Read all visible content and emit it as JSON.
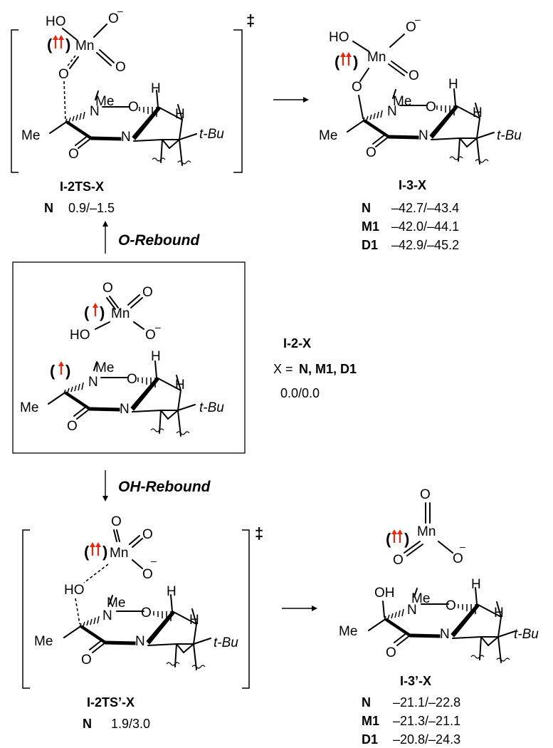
{
  "structures": {
    "ts1": {
      "label": "I-2TS-X",
      "rows": [
        {
          "method": "N",
          "value": "0.9/–1.5"
        }
      ]
    },
    "p1": {
      "label": "I-3-X",
      "rows": [
        {
          "method": "N",
          "value": "–42.7/–43.4"
        },
        {
          "method": "M1",
          "value": "–42.0/–44.1"
        },
        {
          "method": "D1",
          "value": "–42.9/–45.2"
        }
      ]
    },
    "center": {
      "label": "I-2-X",
      "x_prefix": "X = ",
      "x_values": "N, M1, D1",
      "value": "0.0/0.0"
    },
    "ts2": {
      "label": "I-2TS’-X",
      "rows": [
        {
          "method": "N",
          "value": "1.9/3.0"
        }
      ]
    },
    "p2": {
      "label": "I-3’-X",
      "rows": [
        {
          "method": "N",
          "value": "–21.1/–22.8"
        },
        {
          "method": "M1",
          "value": "–21.3/–21.1"
        },
        {
          "method": "D1",
          "value": "–20.8/–24.3"
        }
      ]
    }
  },
  "pathways": {
    "up": "O-Rebound",
    "down": "OH-Rebound"
  },
  "symbols": {
    "ts_mark": "‡"
  },
  "atoms": {
    "HO": "HO",
    "OH": "OH",
    "O": "O",
    "O_minus": "O",
    "minus": "–",
    "Mn": "Mn",
    "N": "N",
    "Me": "Me",
    "H": "H",
    "tBu": "t-Bu"
  },
  "colors": {
    "spin_arrow": "#e8260c",
    "ink": "#000000"
  }
}
